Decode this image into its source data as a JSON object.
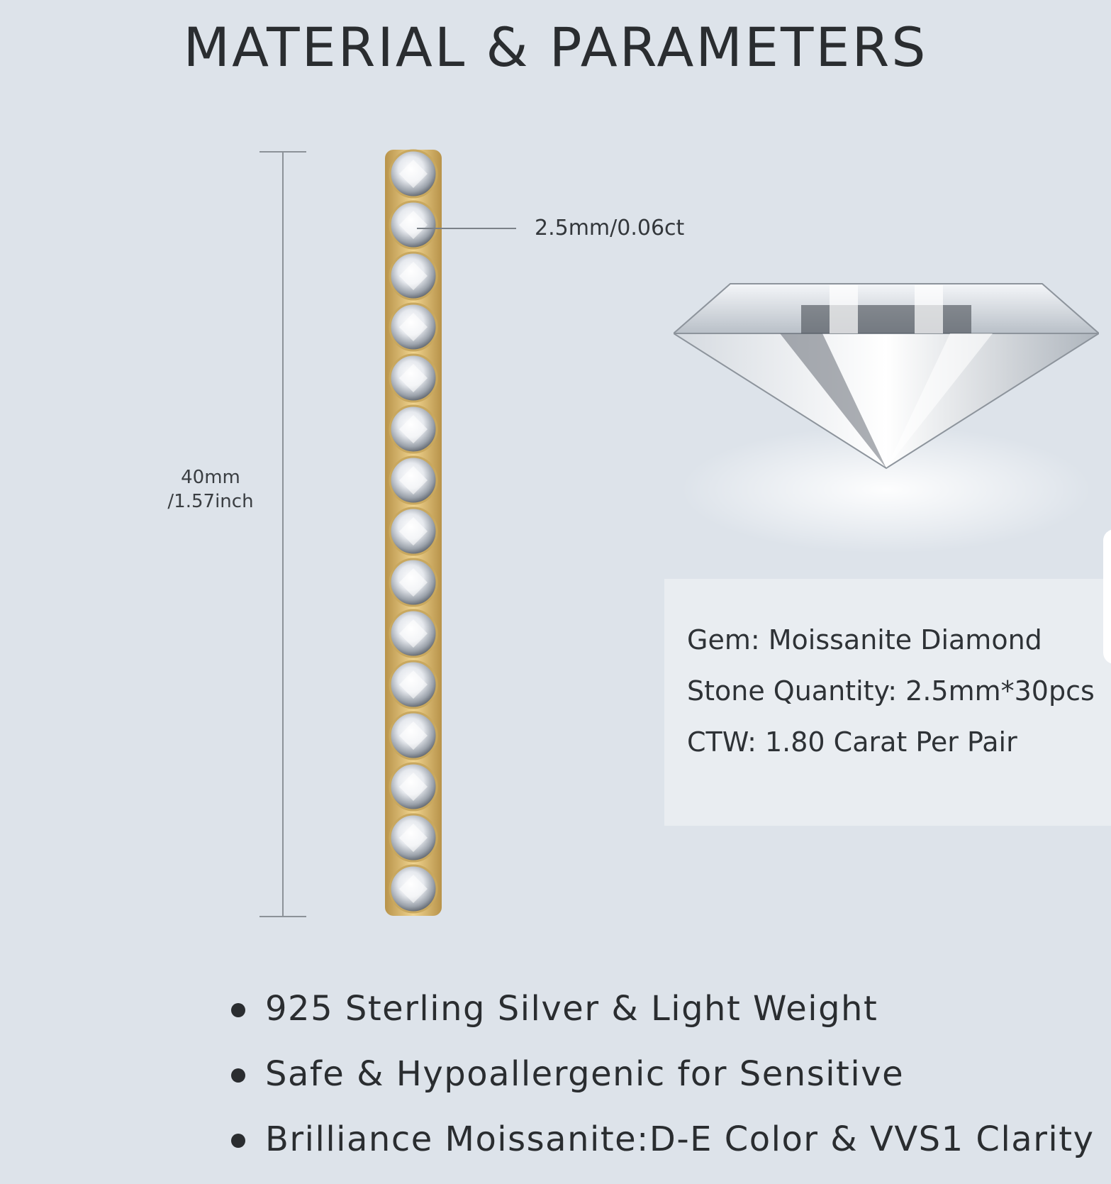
{
  "title": "MATERIAL & PARAMETERS",
  "dimension": {
    "length_mm": "40mm",
    "length_inch": "/1.57inch"
  },
  "stone_callout": "2.5mm/0.06ct",
  "stone_count": 15,
  "colors": {
    "background": "#dde3ea",
    "gold": "#d9b56a",
    "text": "#2a2d30"
  },
  "specs": [
    "Gem: Moissanite Diamond",
    "Stone Quantity: 2.5mm*30pcs",
    "CTW: 1.80 Carat Per Pair"
  ],
  "features": [
    "925 Sterling Silver & Light Weight",
    "Safe & Hypoallergenic for Sensitive",
    "Brilliance Moissanite:D-E Color & VVS1 Clarity"
  ]
}
